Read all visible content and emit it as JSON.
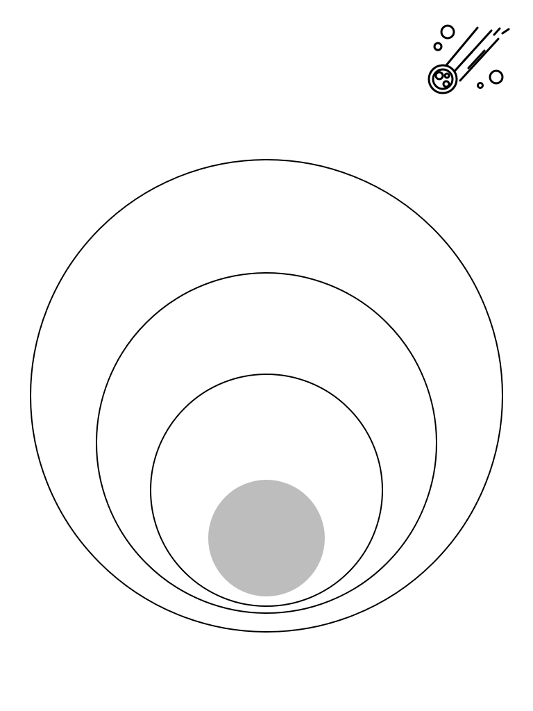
{
  "colors": {
    "background": "#ffffff",
    "outline": "#000000",
    "core_fill": "#bdbdbd"
  },
  "icons": {
    "corner": "meteor-icon"
  },
  "diagram": {
    "type": "nested-circles",
    "ring_count": 3,
    "core": "filled-gray-circle"
  }
}
